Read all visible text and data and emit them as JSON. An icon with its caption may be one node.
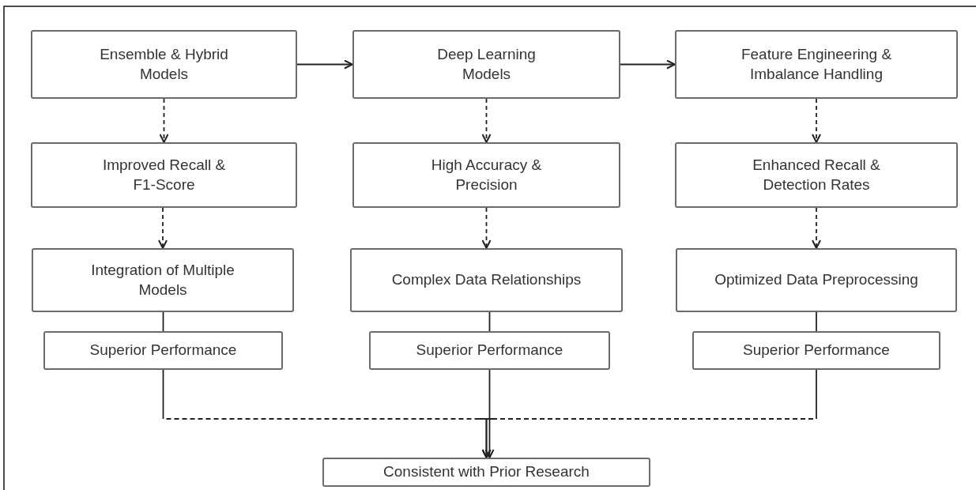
{
  "diagram": {
    "nodes": [
      {
        "text": [
          "Ensemble & Hybrid Models"
        ]
      },
      {
        "text": [
          "Deep Learning Models"
        ]
      },
      {
        "text": [
          "Feature Engineering & Imbalance Handling"
        ]
      },
      {
        "text": [
          "Improved Recall & F1-Score"
        ]
      },
      {
        "text": [
          "High Accuracy & Precision"
        ]
      },
      {
        "text": [
          "Enhanced Recall & Detection Rates"
        ]
      },
      {
        "text": [
          "Integration of Multiple Models"
        ]
      },
      {
        "text": [
          "Complex Data Relationships"
        ]
      },
      {
        "text": [
          "Optimized Data Preprocessing"
        ]
      },
      {
        "text": [
          "Superior Performance"
        ]
      },
      {
        "text": [
          "Superior Performance"
        ]
      },
      {
        "text": [
          "Superior Performance"
        ]
      },
      {
        "text": [
          "Consistent with Prior Research"
        ]
      }
    ],
    "edges": [
      {
        "from": 0,
        "to": 1,
        "arrow": "to"
      },
      {
        "from": 1,
        "to": 2,
        "arrow": "to"
      },
      {
        "from": 0,
        "to": 3,
        "arrow": "to",
        "style": "dashed"
      },
      {
        "from": 1,
        "to": 4,
        "arrow": "to",
        "style": "dashed"
      },
      {
        "from": 2,
        "to": 5,
        "arrow": "to",
        "style": "dashed"
      },
      {
        "from": 3,
        "to": 6,
        "arrow": "to",
        "style": "dashed"
      },
      {
        "from": 4,
        "to": 7,
        "arrow": "to",
        "style": "dashed"
      },
      {
        "from": 5,
        "to": 8,
        "arrow": "to",
        "style": "dashed"
      },
      {
        "from": 6,
        "to": 9,
        "arrow": "none"
      },
      {
        "from": 7,
        "to": 10,
        "arrow": "none"
      },
      {
        "from": 8,
        "to": 11,
        "arrow": "none"
      },
      {
        "from": 9,
        "to": 12,
        "arrow": "to",
        "style": "dashed"
      },
      {
        "from": 10,
        "to": 12,
        "arrow": "to"
      },
      {
        "from": 11,
        "to": 12,
        "arrow": "to",
        "style": "dashed"
      }
    ]
  }
}
